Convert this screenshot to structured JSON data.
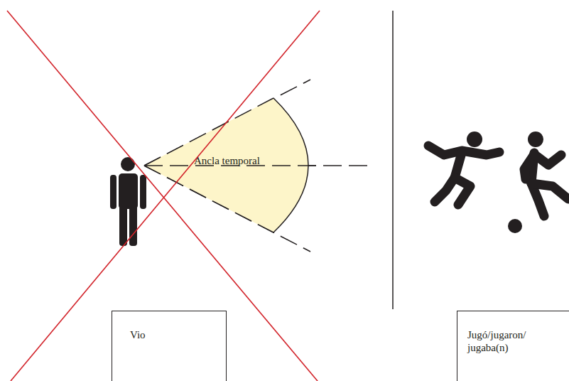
{
  "diagram": {
    "nodes": [
      {
        "text": [
          "Ancla temporal"
        ]
      },
      {
        "text": [
          "Vio"
        ]
      },
      {
        "text": [
          "Jugó/jugaron/ jugaba(n)"
        ]
      }
    ]
  }
}
